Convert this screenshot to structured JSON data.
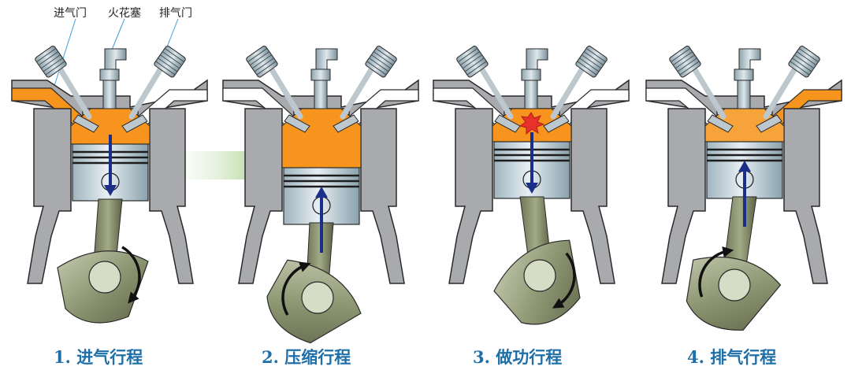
{
  "callouts": {
    "intake_valve": "进气门",
    "spark_plug": "火花塞",
    "exhaust_valve": "排气门"
  },
  "strokes": [
    {
      "label": "1.  进气行程",
      "piston_motion": "down",
      "crank_rotation": "clockwise",
      "charge": "intake-mixture"
    },
    {
      "label": "2.  压缩行程",
      "piston_motion": "up",
      "crank_rotation": "clockwise",
      "charge": "compressed-mixture"
    },
    {
      "label": "3.  做功行程",
      "piston_motion": "down",
      "crank_rotation": "clockwise",
      "charge": "ignition"
    },
    {
      "label": "4.  排气行程",
      "piston_motion": "up",
      "crank_rotation": "clockwise",
      "charge": "exhaust-gas"
    }
  ],
  "colors": {
    "cylinder_wall": "#a8aaad",
    "wall_outline": "#2a2a2a",
    "fuel_mixture": "#f7941d",
    "piston": "#c5d3da",
    "crank": "#8b9371",
    "motion_arrow": "#1b2f8a",
    "caption_text": "#1e6fa8",
    "spark": "#e8312a",
    "flow_arrow": "#b8d79a"
  }
}
